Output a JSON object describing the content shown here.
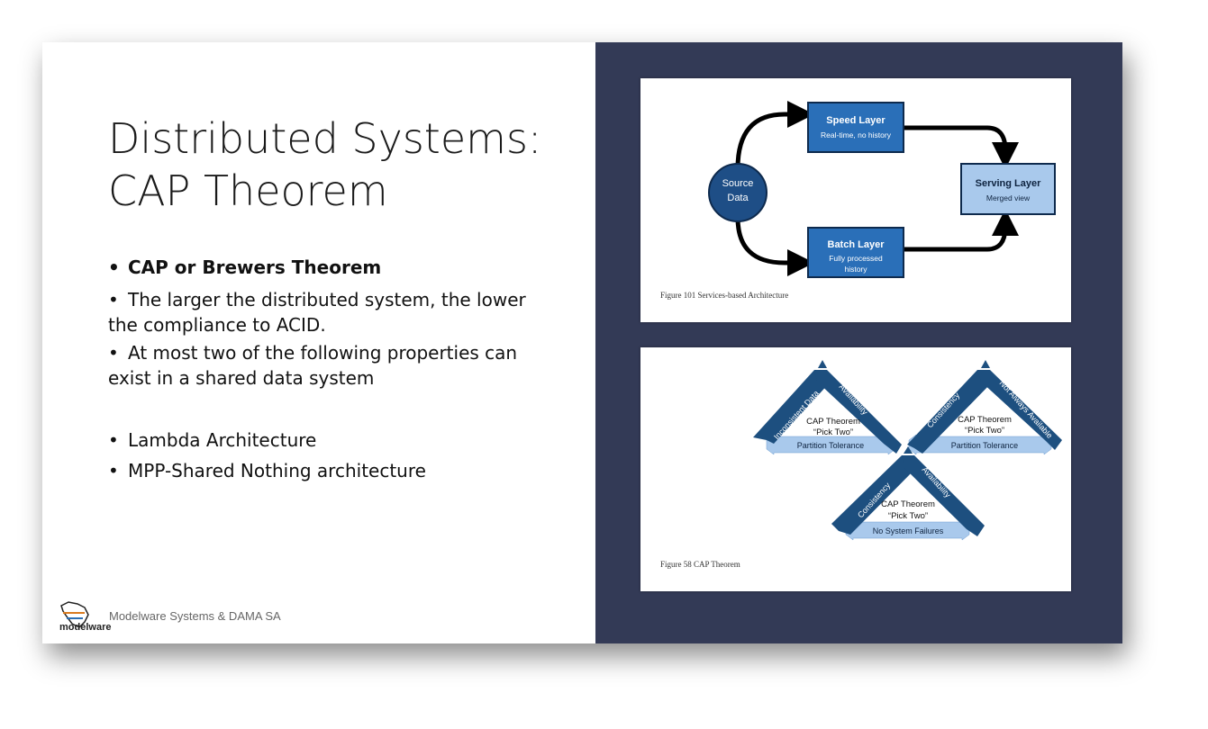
{
  "slide": {
    "title_line1": "Distributed Systems:",
    "title_line2": "CAP Theorem",
    "bullets": [
      "CAP or Brewers Theorem",
      "The larger the distributed system, the lower the compliance to ACID.",
      "At most two of the following properties can exist in a shared data system",
      "Lambda Architecture",
      "MPP-Shared Nothing architecture"
    ],
    "bullet_glyph": "•",
    "footer": "Modelware Systems & DAMA SA",
    "logo_text": "modelware"
  },
  "figure1": {
    "caption": "Figure 101 Services-based Architecture",
    "source_line1": "Source",
    "source_line2": "Data",
    "speed_title": "Speed Layer",
    "speed_sub": "Real-time, no history",
    "batch_title": "Batch Layer",
    "batch_sub1": "Fully processed",
    "batch_sub2": "history",
    "serving_title": "Serving Layer",
    "serving_sub": "Merged view"
  },
  "figure2": {
    "caption": "Figure 58 CAP Theorem",
    "theorem_label": "CAP Theorem",
    "pick_two": "“Pick Two”",
    "left": {
      "side_a": "Inconsistent Data",
      "side_b": "Availability",
      "base": "Partition Tolerance"
    },
    "right": {
      "side_a": "Consistency",
      "side_b": "Not Always Available",
      "base": "Partition Tolerance"
    },
    "bottom": {
      "side_a": "Consistency",
      "side_b": "Availability",
      "base": "No System Failures"
    }
  },
  "colors": {
    "panel_bg": "#333a56",
    "box_dark": "#2a6fb8",
    "box_light": "#a9c9ec",
    "circle": "#1e4e86",
    "arrow_dark": "#1d4f7f",
    "arrow_light": "#a9c9ec"
  }
}
